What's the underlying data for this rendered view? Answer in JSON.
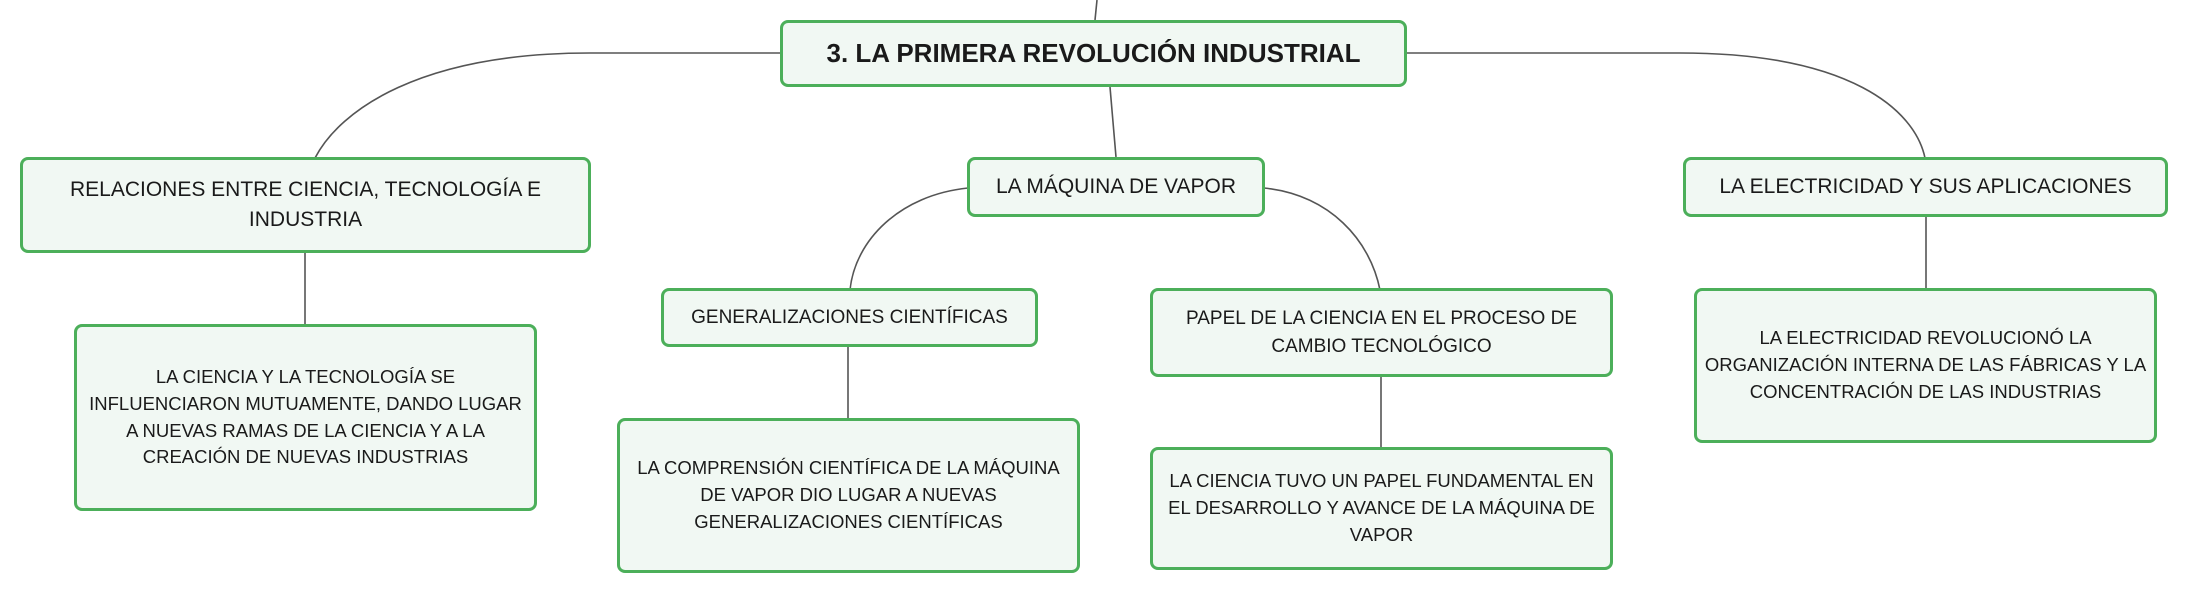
{
  "mindmap": {
    "root": {
      "label": "3. LA PRIMERA REVOLUCIÓN INDUSTRIAL"
    },
    "branches": [
      {
        "label": "RELACIONES ENTRE CIENCIA, TECNOLOGÍA E INDUSTRIA",
        "children": [
          {
            "label": "LA CIENCIA Y LA TECNOLOGÍA SE INFLUENCIARON MUTUAMENTE, DANDO LUGAR A NUEVAS RAMAS DE LA CIENCIA Y A LA CREACIÓN DE NUEVAS INDUSTRIAS"
          }
        ]
      },
      {
        "label": "LA MÁQUINA DE VAPOR",
        "children": [
          {
            "label": "GENERALIZACIONES CIENTÍFICAS",
            "children": [
              {
                "label": "LA COMPRENSIÓN CIENTÍFICA DE LA MÁQUINA DE VAPOR DIO LUGAR A NUEVAS GENERALIZACIONES CIENTÍFICAS"
              }
            ]
          },
          {
            "label": "PAPEL DE LA CIENCIA EN EL PROCESO DE CAMBIO TECNOLÓGICO",
            "children": [
              {
                "label": "LA CIENCIA TUVO UN PAPEL FUNDAMENTAL EN EL DESARROLLO Y AVANCE DE LA MÁQUINA DE VAPOR"
              }
            ]
          }
        ]
      },
      {
        "label": "LA ELECTRICIDAD Y SUS APLICACIONES",
        "children": [
          {
            "label": "LA ELECTRICIDAD REVOLUCIONÓ LA ORGANIZACIÓN INTERNA DE LAS FÁBRICAS Y LA CONCENTRACIÓN DE LAS INDUSTRIAS"
          }
        ]
      }
    ]
  },
  "colors": {
    "node_border": "#4caf5a",
    "node_fill": "#f1f8f3",
    "connector": "#555555",
    "text": "#1a1a1a"
  }
}
